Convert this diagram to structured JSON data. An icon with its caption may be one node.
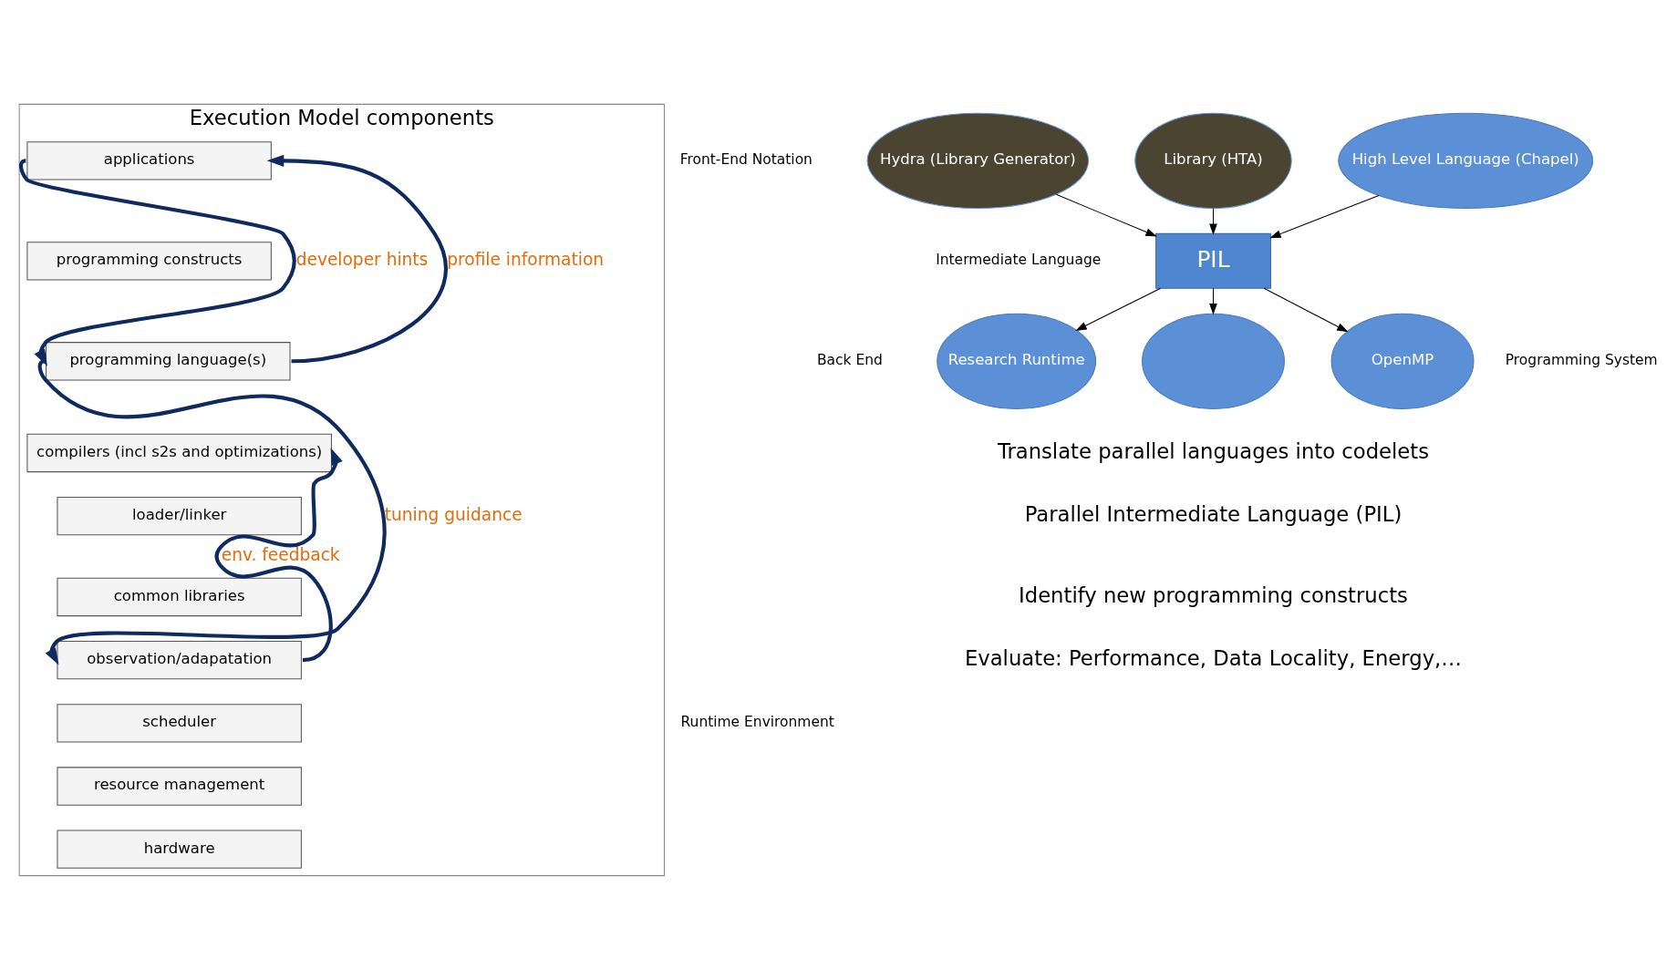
{
  "diagram": {
    "nodes": [
      {
        "text": [
          "Execution Model components"
        ]
      },
      {
        "text": [
          "applications"
        ],
        "in": 0
      },
      {
        "text": [
          "programming constructs"
        ],
        "in": 0
      },
      {
        "text": [
          "programming language(s)"
        ],
        "in": 0
      },
      {
        "text": [
          "compilers (incl s2s and optimizations)"
        ],
        "in": 0
      },
      {
        "text": [
          "loader/linker"
        ],
        "in": 0
      },
      {
        "text": [
          "common libraries"
        ],
        "in": 0
      },
      {
        "text": [
          "observation/adapatation"
        ],
        "in": 0
      },
      {
        "text": [
          "scheduler"
        ],
        "in": 0
      },
      {
        "text": [
          "resource management"
        ],
        "in": 0
      },
      {
        "text": [
          "hardware"
        ],
        "in": 0
      },
      {
        "text": [
          "Hydra (Library Generator)"
        ]
      },
      {
        "text": [
          "Library (HTA)"
        ]
      },
      {
        "text": [
          "High Level Language (Chapel)"
        ]
      },
      {
        "text": [
          "PIL"
        ]
      },
      {
        "text": [
          "Research Runtime"
        ]
      },
      {
        "text": [],
        "shape": "circle"
      },
      {
        "text": [
          "OpenMP"
        ]
      }
    ],
    "edges": [
      {
        "from": 1,
        "to": 3,
        "arrow": "to",
        "label": "developer hints",
        "style": "thick",
        "color": "#0f2a5e"
      },
      {
        "from": 3,
        "to": 7,
        "arrow": "to",
        "label": "tuning guidance",
        "style": "thick",
        "color": "#0f2a5e"
      },
      {
        "from": 3,
        "to": 1,
        "arrow": "to",
        "label": "profile information",
        "style": "thick",
        "color": "#0f2a5e"
      },
      {
        "from": 7,
        "to": 4,
        "arrow": "to",
        "label": "env. feedback",
        "style": "thick",
        "color": "#0f2a5e"
      },
      {
        "from": 11,
        "to": 14,
        "arrow": "to"
      },
      {
        "from": 12,
        "to": 14,
        "arrow": "to"
      },
      {
        "from": 13,
        "to": 14,
        "arrow": "to"
      },
      {
        "from": 14,
        "to": 15,
        "arrow": "to"
      },
      {
        "from": 14,
        "to": 16,
        "arrow": "to"
      },
      {
        "from": 14,
        "to": 17,
        "arrow": "to"
      }
    ],
    "labels": [
      "Programming System",
      "Runtime Environment",
      "Front-End Notation",
      "Intermediate Language",
      "Back End",
      "Translate parallel languages into codelets",
      "Parallel Intermediate Language (PIL)",
      "Identify new programming constructs",
      "Evaluate: Performance, Data Locality, Energy,…"
    ]
  }
}
